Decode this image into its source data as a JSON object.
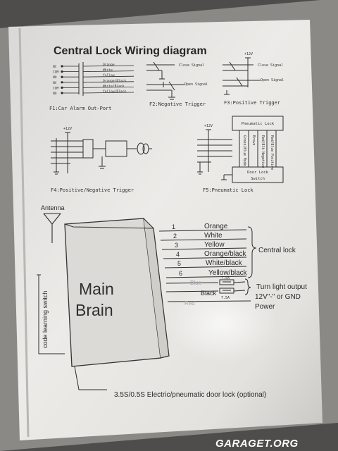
{
  "title": "Central Lock Wiring diagram",
  "f1": {
    "caption": "F1:Car Alarm Out-Port",
    "pins": [
      "NC",
      "COM",
      "NO",
      "NC",
      "COM",
      "NO"
    ],
    "wires": [
      "Orange",
      "White",
      "Yellow",
      "Orange/Black",
      "White/Black",
      "Yellow/Black"
    ]
  },
  "f2": {
    "caption": "F2:Negative Trigger",
    "close_label": "Close Signal",
    "open_label": "Open Signal"
  },
  "f3": {
    "caption": "F3:Positive Trigger",
    "supply_label": "+12V",
    "close_label": "Close Signal",
    "open_label": "Open Signal"
  },
  "f4": {
    "caption": "F4:Positive/Negative Trigger",
    "supply_label": "+12V"
  },
  "f5": {
    "caption": "F5:Pneumatic Lock",
    "supply_label": "+12V",
    "top_box": "Pneumatic Lock",
    "wires": [
      "Green/Blue Mode",
      "Brown",
      "Red/Blk Negative",
      "Red/Blue Positive"
    ],
    "bottom_box": [
      "Door Lock",
      "Switch"
    ]
  },
  "main": {
    "antenna_label": "Antenna",
    "brain_label": [
      "Main",
      "Brain"
    ],
    "side_label": "code learning switch",
    "pins": [
      "1",
      "2",
      "3",
      "4",
      "5",
      "6"
    ],
    "wires": [
      "Orange",
      "White",
      "Yellow",
      "Orange/black",
      "White/black",
      "Yellow/black"
    ],
    "group_label": "Central lock",
    "light_wires": [
      "Blue",
      "Black"
    ],
    "fuse_labels": [
      "7.5A",
      "7.5A"
    ],
    "light_label": [
      "Turn light output",
      "12V\"-\" or GND"
    ],
    "power_wire": "Red",
    "power_label": "Power",
    "bottom_label": "3.5S/0.5S  Electric/pneumatic door lock (optional)"
  },
  "watermark": "GARAGET.ORG",
  "colors": {
    "paper": "#e9e6e0",
    "ink": "#2b2b2b",
    "background": "#5a5a58"
  }
}
